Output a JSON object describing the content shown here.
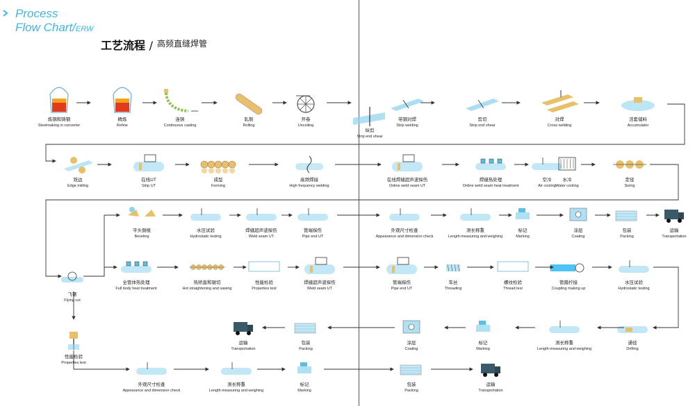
{
  "header": {
    "brand_line1": "Process",
    "brand_line2": "Flow Chart/",
    "brand_suffix": "ERW",
    "title_cn": "工艺流程",
    "title_sep": "/",
    "subtitle_cn": "高频直缝焊管",
    "brand_color": "#3fb6e6"
  },
  "rows": [
    [
      {
        "cn": "炼钢和铸钢",
        "en": "Steelmaking in converter",
        "icon": "ladle-icon"
      },
      {
        "cn": "精炼",
        "en": "Refine",
        "icon": "ladle-icon"
      },
      {
        "cn": "连铸",
        "en": "Continuous casting",
        "icon": "casting-icon"
      },
      {
        "cn": "轧制",
        "en": "Rolling",
        "icon": "roll-icon"
      },
      {
        "cn": "开卷",
        "en": "Uncoiling",
        "icon": "coil-icon"
      },
      {
        "cn": "纵剪",
        "en": "Strip end shear",
        "icon": "shear-icon"
      },
      {
        "cn": "带钢对焊",
        "en": "Strip welding",
        "icon": "strip-icon"
      },
      {
        "cn": "剪切",
        "en": "Strip end shear",
        "icon": "strip-icon"
      },
      {
        "cn": "对焊",
        "en": "Cross welding",
        "icon": "weld-icon"
      },
      {
        "cn": "活套储料",
        "en": "Accumulator",
        "icon": "accumulator-icon"
      }
    ],
    [
      {
        "cn": "铣边",
        "en": "Edge milling",
        "icon": "mill-icon"
      },
      {
        "cn": "在线UT",
        "en": "Strip UT",
        "icon": "ut-icon"
      },
      {
        "cn": "成型",
        "en": "Forming",
        "icon": "forming-icon"
      },
      {
        "cn": "高频焊接",
        "en": "High frequency welding",
        "icon": "hf-weld-icon"
      },
      {
        "cn": "在线焊缝超声波探伤",
        "en": "Online weld seam UT",
        "icon": "ut-icon"
      },
      {
        "cn": "焊缝热处理",
        "en": "Online weld seam heat treatment",
        "icon": "heat-icon"
      },
      {
        "cn": "空冷",
        "en": "Air cooling",
        "icon": "pipe-icon"
      },
      {
        "cn": "水冷",
        "en": "Water cooling",
        "icon": "water-icon"
      },
      {
        "cn": "定径",
        "en": "Sizing",
        "icon": "sizing-icon"
      }
    ],
    [
      {
        "cn": "平头倒棱",
        "en": "Beveling",
        "icon": "bevel-icon"
      },
      {
        "cn": "水压试验",
        "en": "Hydrostatic testing",
        "icon": "pipe-icon"
      },
      {
        "cn": "焊缝超声波探伤",
        "en": "Weld seam UT",
        "icon": "pipe-icon"
      },
      {
        "cn": "管端探伤",
        "en": "Pipe end UT",
        "icon": "pipe-icon"
      },
      {
        "cn": "外观尺寸检查",
        "en": "Appearance and dimension check",
        "icon": "pipe-icon"
      },
      {
        "cn": "测长称重",
        "en": "Length-measuring and weighing",
        "icon": "pipe-icon"
      },
      {
        "cn": "标记",
        "en": "Marking",
        "icon": "mark-icon"
      },
      {
        "cn": "涂层",
        "en": "Coating",
        "icon": "coating-icon"
      },
      {
        "cn": "包装",
        "en": "Packing",
        "icon": "pack-icon"
      },
      {
        "cn": "运输",
        "en": "Transportation",
        "icon": "truck-icon"
      }
    ],
    [
      {
        "cn": "全管体热处理",
        "en": "Full body heat treatment",
        "icon": "heat-icon"
      },
      {
        "cn": "热矫直和锯切",
        "en": "Hot straightening and sawing",
        "icon": "straighten-icon"
      },
      {
        "cn": "性能检验",
        "en": "Properties test",
        "icon": "label-icon"
      },
      {
        "cn": "焊缝超声波探伤",
        "en": "Weld seam UT",
        "icon": "ut-icon"
      },
      {
        "cn": "管端探伤",
        "en": "Pipe end UT",
        "icon": "ut-icon"
      },
      {
        "cn": "车丝",
        "en": "Threading",
        "icon": "thread-icon"
      },
      {
        "cn": "螺纹检验",
        "en": "Thread test",
        "icon": "label-icon"
      },
      {
        "cn": "管箍拧接",
        "en": "Coupling making up",
        "icon": "coupling-icon"
      },
      {
        "cn": "水压试验",
        "en": "Hydrostatic testing",
        "icon": "pipe-icon"
      }
    ],
    [
      {
        "cn": "运输",
        "en": "Transportation",
        "icon": "truck-icon"
      },
      {
        "cn": "包装",
        "en": "Packing",
        "icon": "pack-icon"
      },
      {
        "cn": "涂层",
        "en": "Coating",
        "icon": "coating-icon"
      },
      {
        "cn": "标记",
        "en": "Marking",
        "icon": "mark-icon"
      },
      {
        "cn": "测长称重",
        "en": "Length-measuring and weighing",
        "icon": "pipe-icon"
      },
      {
        "cn": "通径",
        "en": "Drifting",
        "icon": "drift-icon"
      }
    ],
    [
      {
        "cn": "外观尺寸检查",
        "en": "Appearance and dimension check",
        "icon": "pipe-icon"
      },
      {
        "cn": "测长称重",
        "en": "Length-measuring and weighing",
        "icon": "pipe-icon"
      },
      {
        "cn": "标记",
        "en": "Marking",
        "icon": "mark-icon"
      },
      {
        "cn": "包装",
        "en": "Packing",
        "icon": "pack-icon"
      },
      {
        "cn": "运输",
        "en": "Transportation",
        "icon": "truck-icon"
      }
    ]
  ],
  "branch": [
    {
      "cn": "飞锯",
      "en": "Flying cut",
      "icon": "saw-icon"
    },
    {
      "cn": "性能检验",
      "en": "Properties test",
      "icon": "test-icon"
    }
  ],
  "colors": {
    "arrow": "#333333",
    "icon_blue": "#8fd3ee",
    "icon_gold": "#e8c06a",
    "icon_red": "#e03b1f",
    "icon_green": "#8bc34a"
  }
}
